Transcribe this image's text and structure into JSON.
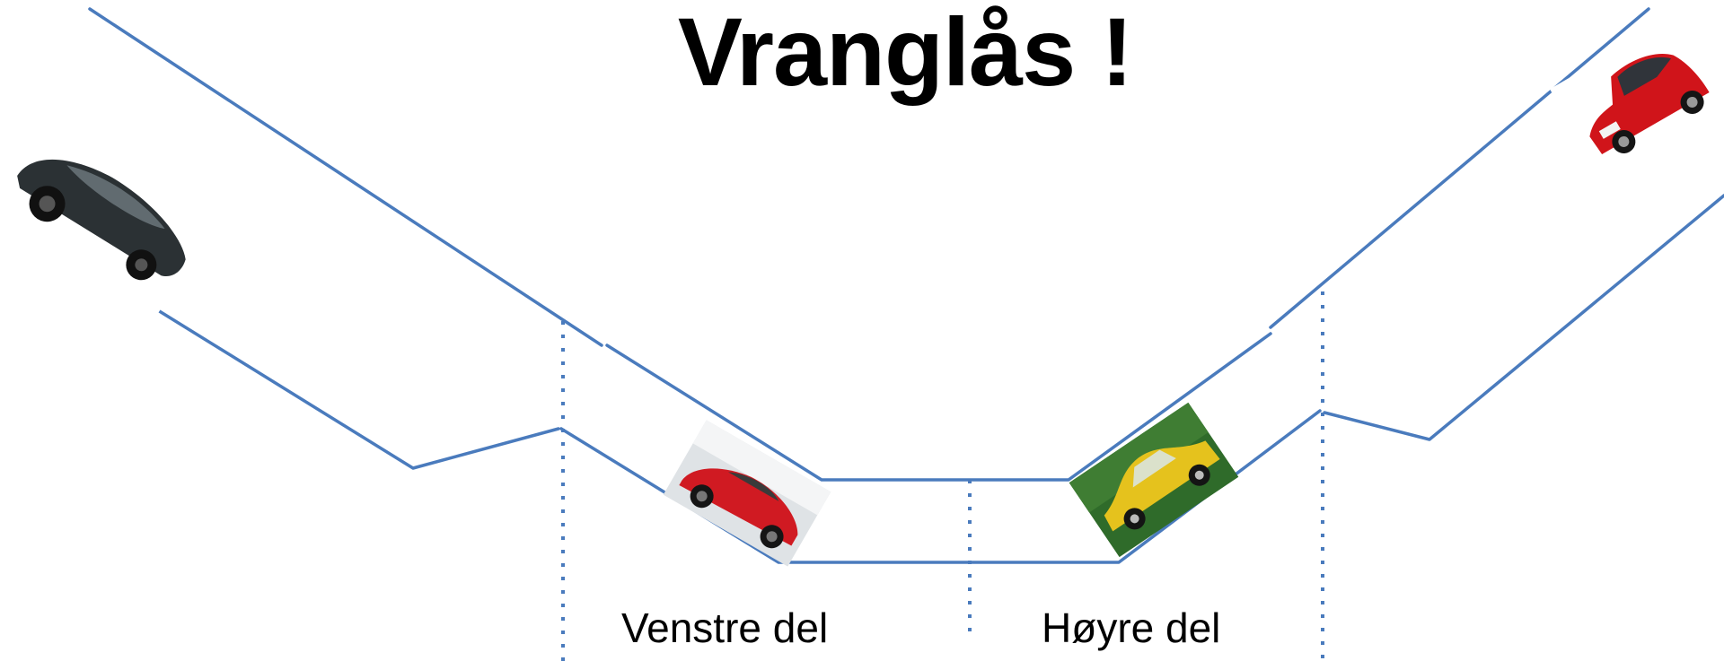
{
  "title": "Vranglås !",
  "labels": {
    "left": "Venstre del",
    "right": "Høyre del"
  },
  "colors": {
    "road": "#4a7bbd",
    "divider": "#4a7bbd",
    "title": "#000000"
  },
  "cars": [
    {
      "name": "black-concept-car",
      "color": "#1e2326"
    },
    {
      "name": "red-sports-car",
      "color": "#d01a22"
    },
    {
      "name": "yellow-sedan",
      "color": "#e5c21d"
    },
    {
      "name": "red-hatchback",
      "color": "#d0141a"
    }
  ]
}
